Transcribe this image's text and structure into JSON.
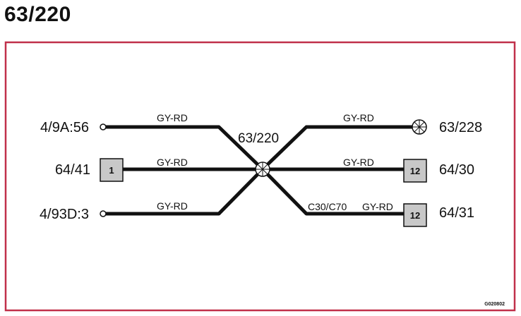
{
  "title": "63/220",
  "colors": {
    "frame": "#c0304a",
    "wire": "#111111",
    "box_fill": "#c8c8c8"
  },
  "splice": {
    "label": "63/220"
  },
  "left_ends": [
    {
      "label": "4/9A:56",
      "terminal": "open-circle-icon"
    },
    {
      "label": "64/41",
      "terminal": "connector-box",
      "number": "1"
    },
    {
      "label": "4/93D:3",
      "terminal": "open-circle-icon"
    }
  ],
  "right_ends": [
    {
      "label": "63/228",
      "terminal": "ground-point-icon"
    },
    {
      "label": "64/30",
      "terminal": "connector-box",
      "number": "12"
    },
    {
      "label": "64/31",
      "terminal": "connector-box",
      "number": "12"
    }
  ],
  "wires": [
    {
      "color_code": "GY-RD"
    },
    {
      "color_code": "GY-RD"
    },
    {
      "color_code": "GY-RD"
    },
    {
      "color_code": "GY-RD"
    },
    {
      "color_code": "GY-RD"
    },
    {
      "color_code": "GY-RD",
      "variant": "C30/C70"
    }
  ],
  "diagram_code": "G020802"
}
